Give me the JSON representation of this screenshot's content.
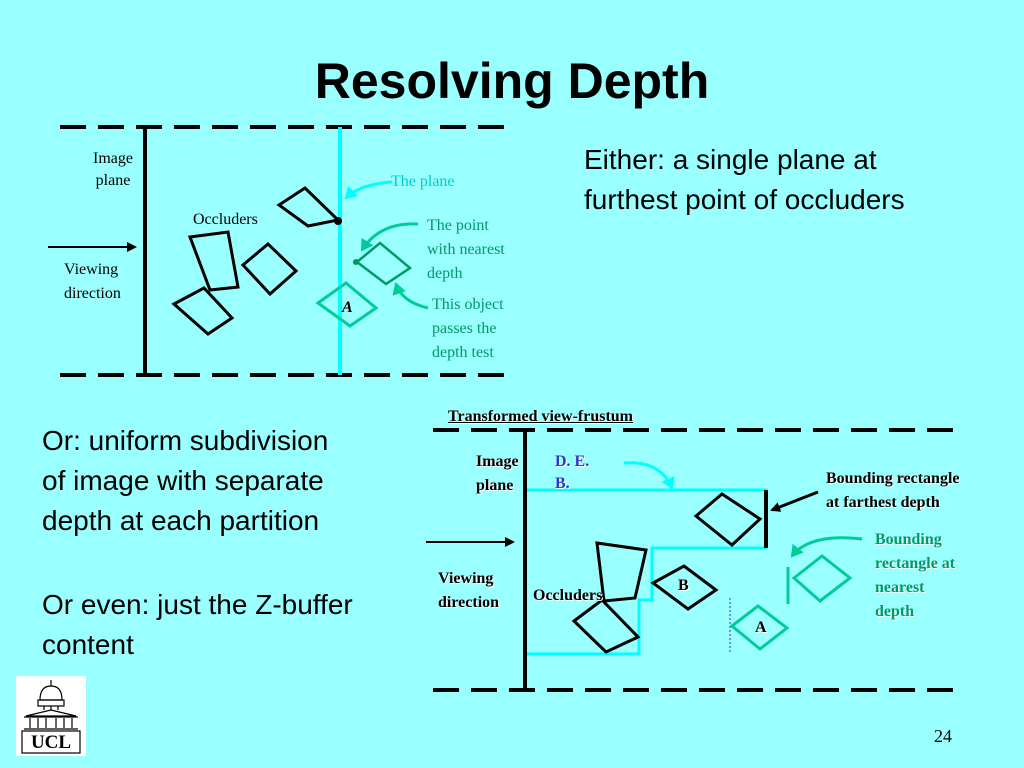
{
  "title": "Resolving Depth",
  "text": {
    "either": [
      "Either: a single plane at",
      "furthest point of occluders"
    ],
    "or_uniform": [
      "Or: uniform subdivision",
      "of image with separate",
      "depth at each partition"
    ],
    "or_even": [
      "Or even: just the Z-buffer",
      "content"
    ]
  },
  "top_diagram": {
    "image_plane": [
      "Image",
      "plane"
    ],
    "viewing_direction": [
      "Viewing",
      "direction"
    ],
    "occluders": "Occluders",
    "the_plane": "The plane",
    "nearest_point": [
      "The point",
      "with nearest",
      "depth"
    ],
    "passes": [
      "This object",
      "passes the",
      "depth test"
    ],
    "object_a": "A"
  },
  "bottom_diagram": {
    "frustum": "Transformed view-frustum",
    "image_plane": [
      "Image",
      "plane"
    ],
    "viewing_direction": [
      "Viewing",
      "direction"
    ],
    "occluders": "Occluders",
    "de": [
      "D. E.",
      "B."
    ],
    "bounding_far": [
      "Bounding rectangle",
      "at farthest depth"
    ],
    "bounding_near": [
      "Bounding",
      "rectangle at",
      "nearest",
      "depth"
    ],
    "object_b": "B",
    "object_a": "A"
  },
  "logo": {
    "text": "UCL",
    "icon": "dome-icon"
  },
  "page_number": "24",
  "colors": {
    "background": "#99ffff",
    "plane_line": "#00ffff",
    "teal_label": "#009966",
    "arrow_green": "#00cc99",
    "blue_label": "#3333cc"
  }
}
